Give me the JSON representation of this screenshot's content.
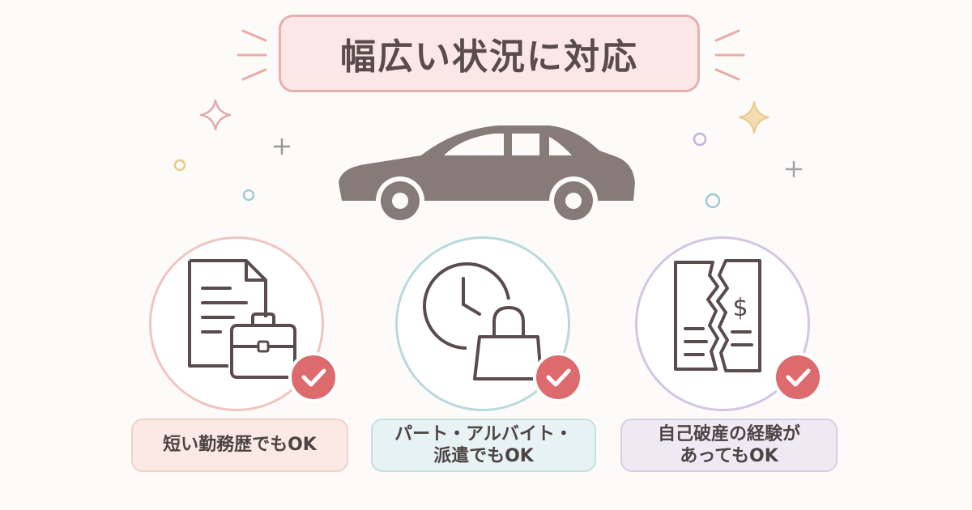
{
  "title": "幅広い状況に対応",
  "colors": {
    "accent_pink": "#e9aeae",
    "check_red": "#dd6b6e",
    "car_gray": "#877b79",
    "teal": "#b8d9dc",
    "lavender": "#d4c5e2"
  },
  "cards": [
    {
      "icon": "document-briefcase-icon",
      "lines": [
        "短い勤務歴でもOK"
      ]
    },
    {
      "icon": "clock-shopping-bag-icon",
      "lines": [
        "パート・アルバイト・",
        "派遣でもOK"
      ]
    },
    {
      "icon": "torn-dollar-document-icon",
      "lines": [
        "自己破産の経験が",
        "あってもOK"
      ]
    }
  ]
}
